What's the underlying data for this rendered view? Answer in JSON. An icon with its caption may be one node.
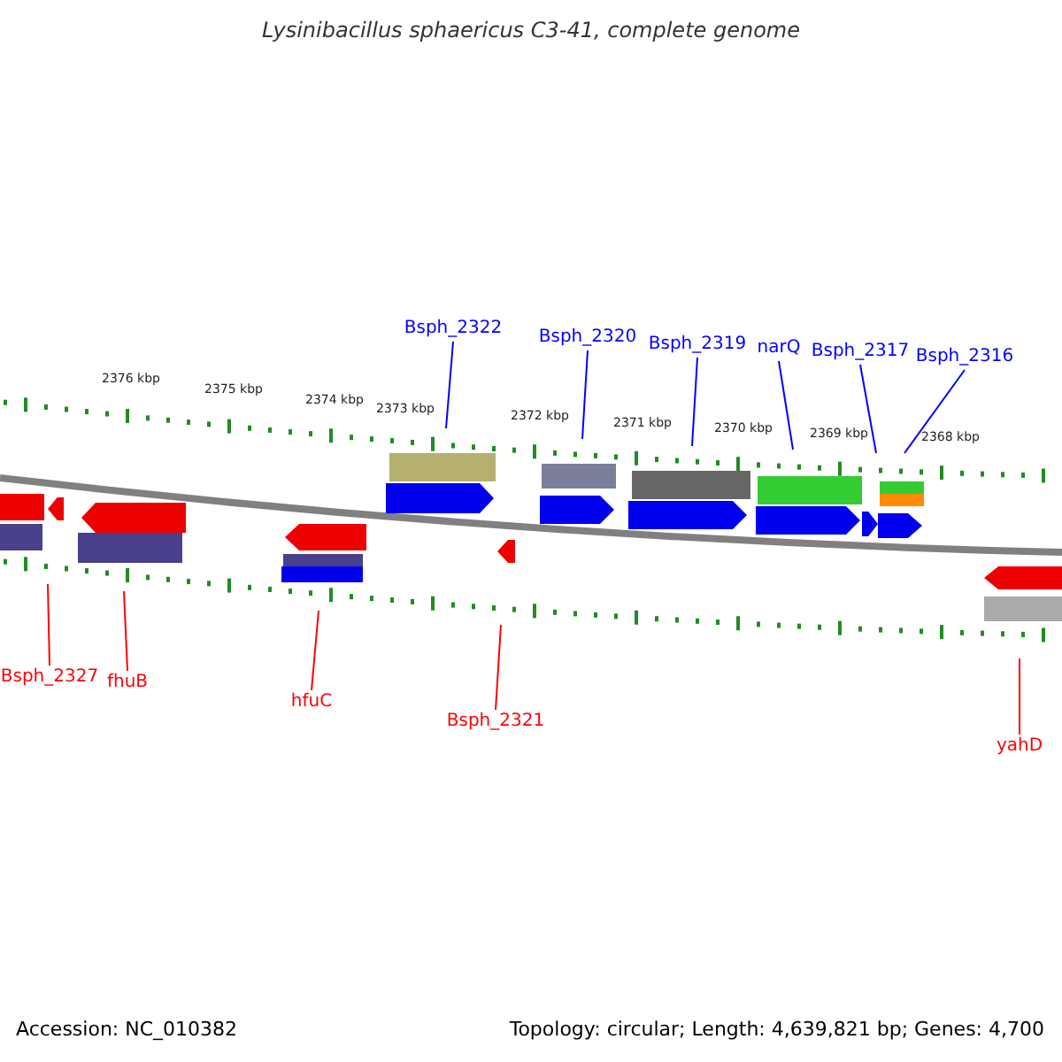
{
  "diagram": {
    "title": "Lysinibacillus sphaericus C3-41, complete genome",
    "nodes": [
      {
        "text": [
          "Bsph_2322"
        ]
      },
      {
        "text": [
          "Bsph_2320"
        ]
      },
      {
        "text": [
          "Bsph_2319"
        ]
      },
      {
        "text": [
          "narQ"
        ]
      },
      {
        "text": [
          "Bsph_2317"
        ]
      },
      {
        "text": [
          "Bsph_2316"
        ]
      },
      {
        "text": [
          "Bsph_2327"
        ]
      },
      {
        "text": [
          "fhuB"
        ]
      },
      {
        "text": [
          "hfuC"
        ]
      },
      {
        "text": [
          "Bsph_2321"
        ]
      },
      {
        "text": [
          "yahD"
        ]
      }
    ],
    "edges": [
      {
        "from": 0,
        "to": null,
        "arrow": "none"
      },
      {
        "from": 1,
        "to": null,
        "arrow": "none"
      },
      {
        "from": 2,
        "to": null,
        "arrow": "none"
      },
      {
        "from": 3,
        "to": null,
        "arrow": "none"
      },
      {
        "from": 4,
        "to": null,
        "arrow": "none"
      },
      {
        "from": 5,
        "to": null,
        "arrow": "none"
      },
      {
        "from": 6,
        "to": null,
        "arrow": "none",
        "color": "#ff0000"
      },
      {
        "from": 7,
        "to": null,
        "arrow": "none",
        "color": "#ff0000"
      },
      {
        "from": 8,
        "to": null,
        "arrow": "none",
        "color": "#ff0000"
      },
      {
        "from": 9,
        "to": null,
        "arrow": "none",
        "color": "#ff0000"
      },
      {
        "from": 10,
        "to": null,
        "arrow": "none",
        "color": "#ff0000"
      }
    ],
    "labels": [
      "2376 kbp",
      "2375 kbp",
      "2374 kbp",
      "2373 kbp",
      "2372 kbp",
      "2371 kbp",
      "2370 kbp",
      "2369 kbp",
      "2368 kbp",
      "Accession: NC_010382",
      "Topology: circular; Length: 4,639,821 bp; Genes: 4,700"
    ]
  }
}
